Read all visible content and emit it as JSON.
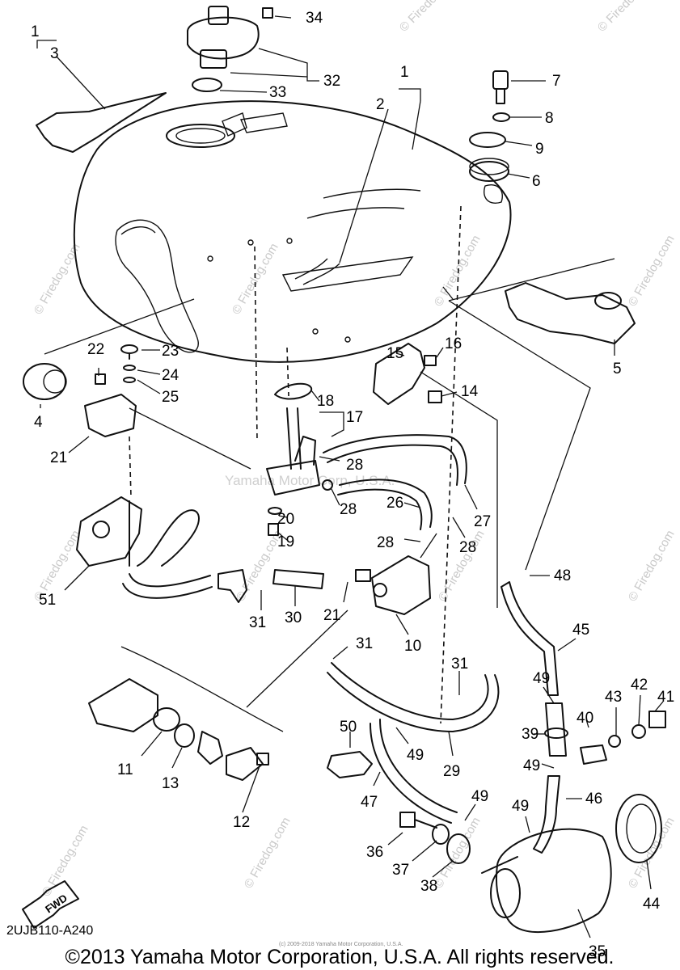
{
  "diagram": {
    "watermark": "© Firedog.com",
    "center_watermark": "Yamaha Motor Corp, U.S.A.",
    "small_copyright": "(c) 2009-2018 Yamaha Motor Corporation, U.S.A.",
    "drawing_code": "2UJB110-A240",
    "copyright": "©2013 Yamaha Motor Corporation, U.S.A. All rights reserved.",
    "fwd_label": "FWD",
    "callouts": [
      {
        "id": "c34",
        "text": "34"
      },
      {
        "id": "c1a",
        "text": "1"
      },
      {
        "id": "c3",
        "text": "3"
      },
      {
        "id": "c32",
        "text": "32"
      },
      {
        "id": "c33",
        "text": "33"
      },
      {
        "id": "c1b",
        "text": "1"
      },
      {
        "id": "c2",
        "text": "2"
      },
      {
        "id": "c7",
        "text": "7"
      },
      {
        "id": "c8",
        "text": "8"
      },
      {
        "id": "c9",
        "text": "9"
      },
      {
        "id": "c6",
        "text": "6"
      },
      {
        "id": "c5",
        "text": "5"
      },
      {
        "id": "c22",
        "text": "22"
      },
      {
        "id": "c23",
        "text": "23"
      },
      {
        "id": "c24",
        "text": "24"
      },
      {
        "id": "c25",
        "text": "25"
      },
      {
        "id": "c4",
        "text": "4"
      },
      {
        "id": "c21a",
        "text": "21"
      },
      {
        "id": "c15",
        "text": "15"
      },
      {
        "id": "c16",
        "text": "16"
      },
      {
        "id": "c14",
        "text": "14"
      },
      {
        "id": "c18",
        "text": "18"
      },
      {
        "id": "c17",
        "text": "17"
      },
      {
        "id": "c28a",
        "text": "28"
      },
      {
        "id": "c28b",
        "text": "28"
      },
      {
        "id": "c20",
        "text": "20"
      },
      {
        "id": "c19",
        "text": "19"
      },
      {
        "id": "c26",
        "text": "26"
      },
      {
        "id": "c27",
        "text": "27"
      },
      {
        "id": "c28c",
        "text": "28"
      },
      {
        "id": "c28d",
        "text": "28"
      },
      {
        "id": "c48",
        "text": "48"
      },
      {
        "id": "c51",
        "text": "51"
      },
      {
        "id": "c31a",
        "text": "31"
      },
      {
        "id": "c30",
        "text": "30"
      },
      {
        "id": "c21b",
        "text": "21"
      },
      {
        "id": "c10",
        "text": "10"
      },
      {
        "id": "c45",
        "text": "45"
      },
      {
        "id": "c31b",
        "text": "31"
      },
      {
        "id": "c31c",
        "text": "31"
      },
      {
        "id": "c49a",
        "text": "49"
      },
      {
        "id": "c41",
        "text": "41"
      },
      {
        "id": "c42",
        "text": "42"
      },
      {
        "id": "c43",
        "text": "43"
      },
      {
        "id": "c40",
        "text": "40"
      },
      {
        "id": "c39",
        "text": "39"
      },
      {
        "id": "c50",
        "text": "50"
      },
      {
        "id": "c49b",
        "text": "49"
      },
      {
        "id": "c29",
        "text": "29"
      },
      {
        "id": "c49c",
        "text": "49"
      },
      {
        "id": "c11",
        "text": "11"
      },
      {
        "id": "c13",
        "text": "13"
      },
      {
        "id": "c12",
        "text": "12"
      },
      {
        "id": "c47",
        "text": "47"
      },
      {
        "id": "c46",
        "text": "46"
      },
      {
        "id": "c49d",
        "text": "49"
      },
      {
        "id": "c49e",
        "text": "49"
      },
      {
        "id": "c36",
        "text": "36"
      },
      {
        "id": "c37",
        "text": "37"
      },
      {
        "id": "c38",
        "text": "38"
      },
      {
        "id": "c44",
        "text": "44"
      },
      {
        "id": "c35",
        "text": "35"
      }
    ]
  }
}
